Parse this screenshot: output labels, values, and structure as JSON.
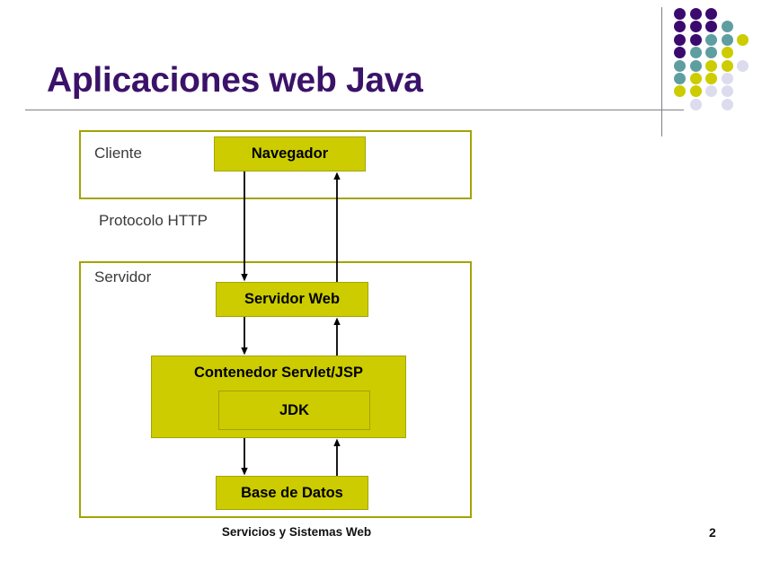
{
  "slide": {
    "title": "Aplicaciones web Java",
    "footer": "Servicios y Sistemas Web",
    "page_number": "2",
    "title_color": "#3B1269",
    "rule_color": "#7E7E88"
  },
  "decor": {
    "name": "dot-grid-logo",
    "colors": {
      "purple": "#3B0A6E",
      "teal": "#5F9EA0",
      "yellow": "#CCCC00",
      "lavender": "#DCDCEE"
    },
    "rows": [
      [
        "purple",
        "purple",
        "purple",
        null,
        null
      ],
      [
        "purple",
        "purple",
        "purple",
        "teal",
        null
      ],
      [
        "purple",
        "purple",
        "teal",
        "teal",
        "yellow"
      ],
      [
        "purple",
        "teal",
        "teal",
        "yellow",
        null
      ],
      [
        "teal",
        "teal",
        "yellow",
        "yellow",
        "lavender"
      ],
      [
        "teal",
        "yellow",
        "yellow",
        "lavender",
        null
      ],
      [
        "yellow",
        "yellow",
        "lavender",
        "lavender",
        null
      ],
      [
        null,
        "lavender",
        null,
        "lavender",
        null
      ]
    ]
  },
  "diagram": {
    "type": "architecture-block-diagram",
    "box_fill": "#CCCC00",
    "box_border": "#A3A304",
    "containers": [
      {
        "id": "cliente",
        "label": "Cliente"
      },
      {
        "id": "servidor",
        "label": "Servidor"
      }
    ],
    "nodes": [
      {
        "id": "navegador",
        "label": "Navegador"
      },
      {
        "id": "servidor-web",
        "label": "Servidor Web"
      },
      {
        "id": "contenedor",
        "label": "Contenedor Servlet/JSP"
      },
      {
        "id": "jdk",
        "label": "JDK"
      },
      {
        "id": "base-de-datos",
        "label": "Base de Datos"
      }
    ],
    "edge_labels": [
      {
        "id": "protocolo-http",
        "label": "Protocolo HTTP"
      }
    ]
  }
}
